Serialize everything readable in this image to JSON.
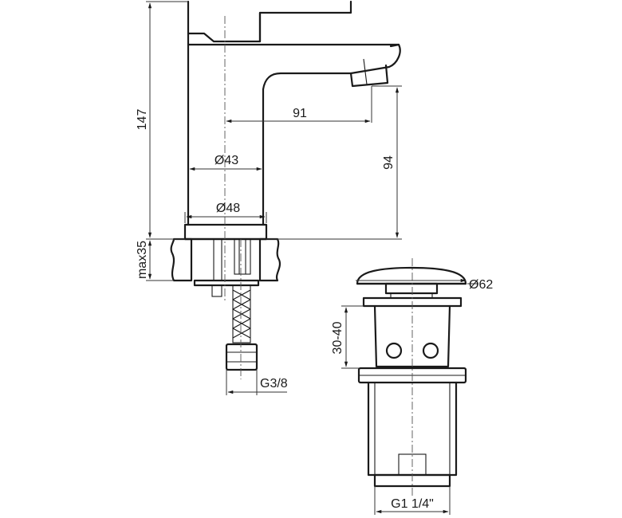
{
  "dimensions": {
    "height_total": "147",
    "max_deck": "max35",
    "spout_reach": "91",
    "spout_height": "94",
    "body_diameter": "Ø43",
    "base_diameter": "Ø48",
    "hose_thread": "G3/8",
    "waste_cap_diameter": "Ø62",
    "waste_range": "30-40",
    "waste_thread": "G1 1/4\""
  }
}
